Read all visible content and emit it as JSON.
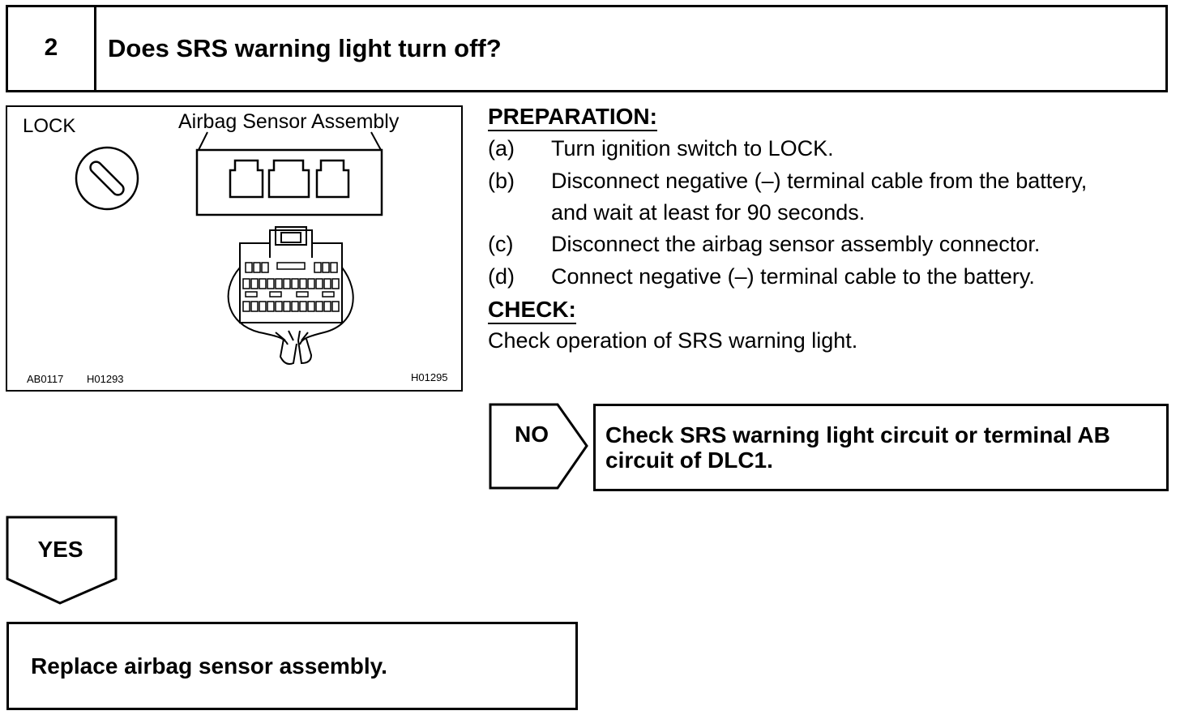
{
  "step": {
    "number": "2",
    "question": "Does SRS warning light turn off?"
  },
  "illustration": {
    "label_lock": "LOCK",
    "label_sensor": "Airbag Sensor Assembly",
    "code_left": "AB0117",
    "code_middle": "H01293",
    "code_right": "H01295"
  },
  "preparation": {
    "heading": "PREPARATION:",
    "steps": [
      {
        "label": "(a)",
        "lines": [
          "Turn ignition switch to LOCK."
        ]
      },
      {
        "label": "(b)",
        "lines": [
          "Disconnect negative (–) terminal cable from the battery,",
          "and wait at least for 90 seconds."
        ]
      },
      {
        "label": "(c)",
        "lines": [
          "Disconnect the airbag sensor assembly connector."
        ]
      },
      {
        "label": "(d)",
        "lines": [
          "Connect negative (–) terminal cable to the battery."
        ]
      }
    ]
  },
  "check": {
    "heading": "CHECK:",
    "text": "Check operation of SRS warning light."
  },
  "branch_no": {
    "label": "NO",
    "result_line1": "Check SRS warning light circuit or terminal AB",
    "result_line2": "circuit of DLC1."
  },
  "branch_yes": {
    "label": "YES",
    "result": "Replace airbag sensor assembly."
  }
}
